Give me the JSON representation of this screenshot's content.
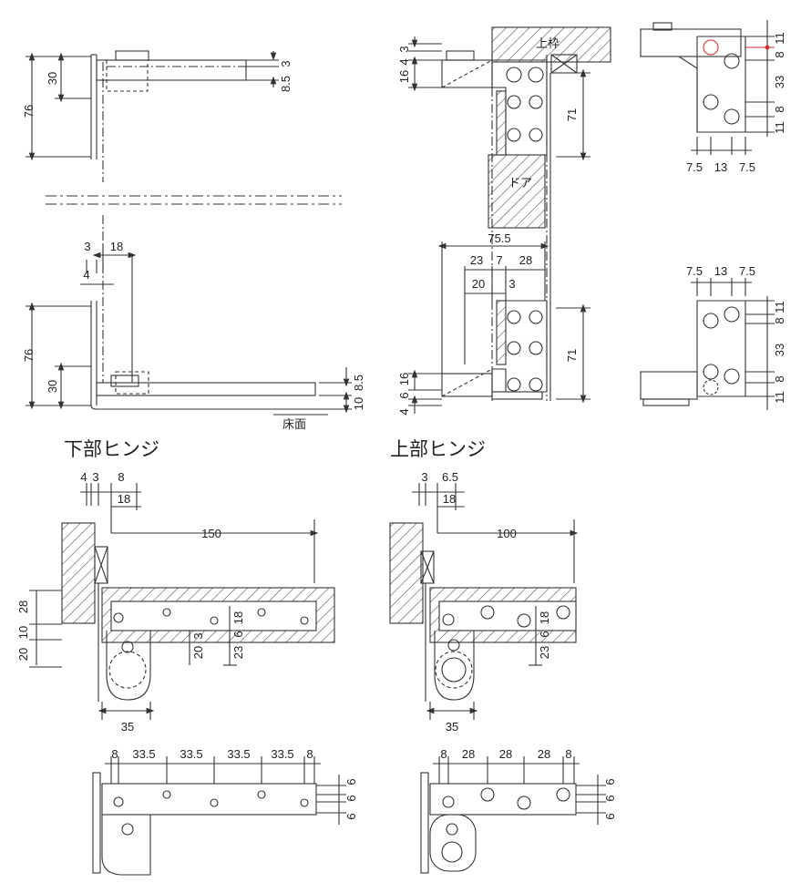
{
  "labels": {
    "floor_surface": "床面",
    "upper_frame": "上枠",
    "door": "ドア",
    "title_lower_hinge": "下部ヒンジ",
    "title_upper_hinge": "上部ヒンジ"
  },
  "dims": {
    "tl_76": "76",
    "tl_30": "30",
    "tl_3": "3",
    "tl_8_5": "8.5",
    "bl_3": "3",
    "bl_18": "18",
    "bl_4": "4",
    "bl_76": "76",
    "bl_30": "30",
    "bl_8_5": "8.5",
    "bl_10": "10",
    "tm_3": "3",
    "tm_4": "4",
    "tm_16": "16",
    "tm_71": "71",
    "bm_75_5": "75.5",
    "bm_23": "23",
    "bm_7": "7",
    "bm_28": "28",
    "bm_20": "20",
    "bm_3": "3",
    "bm_71": "71",
    "bm_16": "16",
    "bm_6": "6",
    "bm_4": "4",
    "tr_11": "11",
    "tr_8": "8",
    "tr_33": "33",
    "tr_8b": "8",
    "tr_11b": "11",
    "tr_7_5a": "7.5",
    "tr_13": "13",
    "tr_7_5b": "7.5",
    "br_7_5a": "7.5",
    "br_13": "13",
    "br_7_5b": "7.5",
    "br_11": "11",
    "br_8": "8",
    "br_33": "33",
    "br_8b": "8",
    "br_11b": "11",
    "lh_4": "4",
    "lh_3": "3",
    "lh_8": "8",
    "lh_18": "18",
    "lh_150": "150",
    "lh_28": "28",
    "lh_10": "10",
    "lh_20": "20",
    "lh_20b": "20",
    "lh_3b": "3",
    "lh_23": "23",
    "lh_6": "6",
    "lh_18b": "18",
    "lh_35": "35",
    "lb_8": "8",
    "lb_33_5a": "33.5",
    "lb_33_5b": "33.5",
    "lb_33_5c": "33.5",
    "lb_33_5d": "33.5",
    "lb_8b": "8",
    "lb_6a": "6",
    "lb_6b": "6",
    "lb_6c": "6",
    "uh_3": "3",
    "uh_6_5": "6.5",
    "uh_18": "18",
    "uh_100": "100",
    "uh_23": "23",
    "uh_6": "6",
    "uh_18b": "18",
    "uh_35": "35",
    "ub_8": "8",
    "ub_28a": "28",
    "ub_28b": "28",
    "ub_28c": "28",
    "ub_8b": "8",
    "ub_6a": "6",
    "ub_6b": "6",
    "ub_6c": "6"
  },
  "colors": {
    "line": "#333333",
    "hatch": "#555555",
    "accent_red": "#d32f2f"
  }
}
